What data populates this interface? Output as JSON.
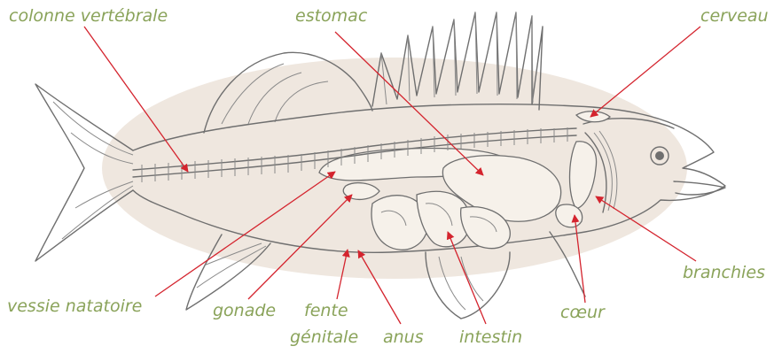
{
  "labels": {
    "colonne_vertebrale": "colonne vertébrale",
    "estomac": "estomac",
    "cerveau": "cerveau",
    "branchies": "branchies",
    "vessie_natatoire": "vessie natatoire",
    "gonade": "gonade",
    "fente_line1": "fente",
    "fente_line2": "génitale",
    "anus": "anus",
    "intestin": "intestin",
    "coeur": "cœur"
  },
  "colors": {
    "label": "#8aa35a",
    "leader": "#d4242e",
    "body_shade": "#efe7df",
    "outline": "#6f6f6f"
  }
}
